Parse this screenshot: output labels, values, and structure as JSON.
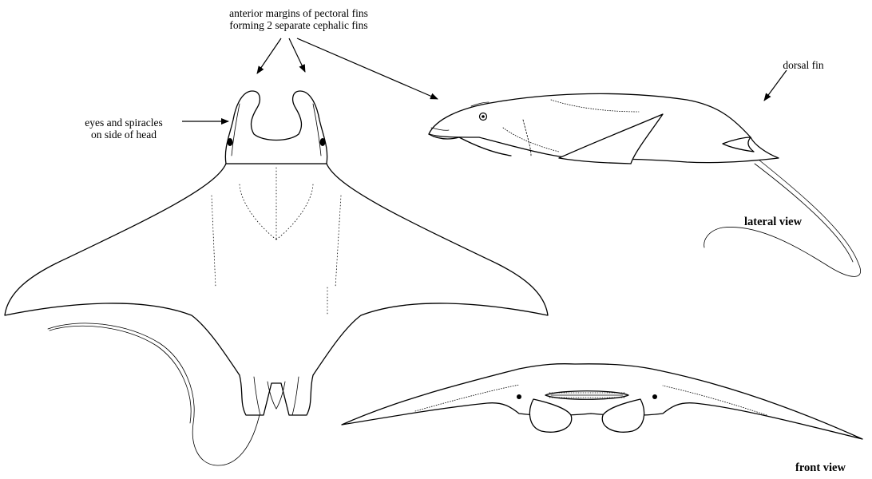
{
  "labels": {
    "cephalic_line1": "anterior margins of pectoral fins",
    "cephalic_line2": "forming 2 separate cephalic fins",
    "eyes_line1": "eyes and spiracles",
    "eyes_line2": "on side of head",
    "dorsal_fin": "dorsal fin",
    "lateral_view": "lateral view",
    "front_view": "front view"
  }
}
